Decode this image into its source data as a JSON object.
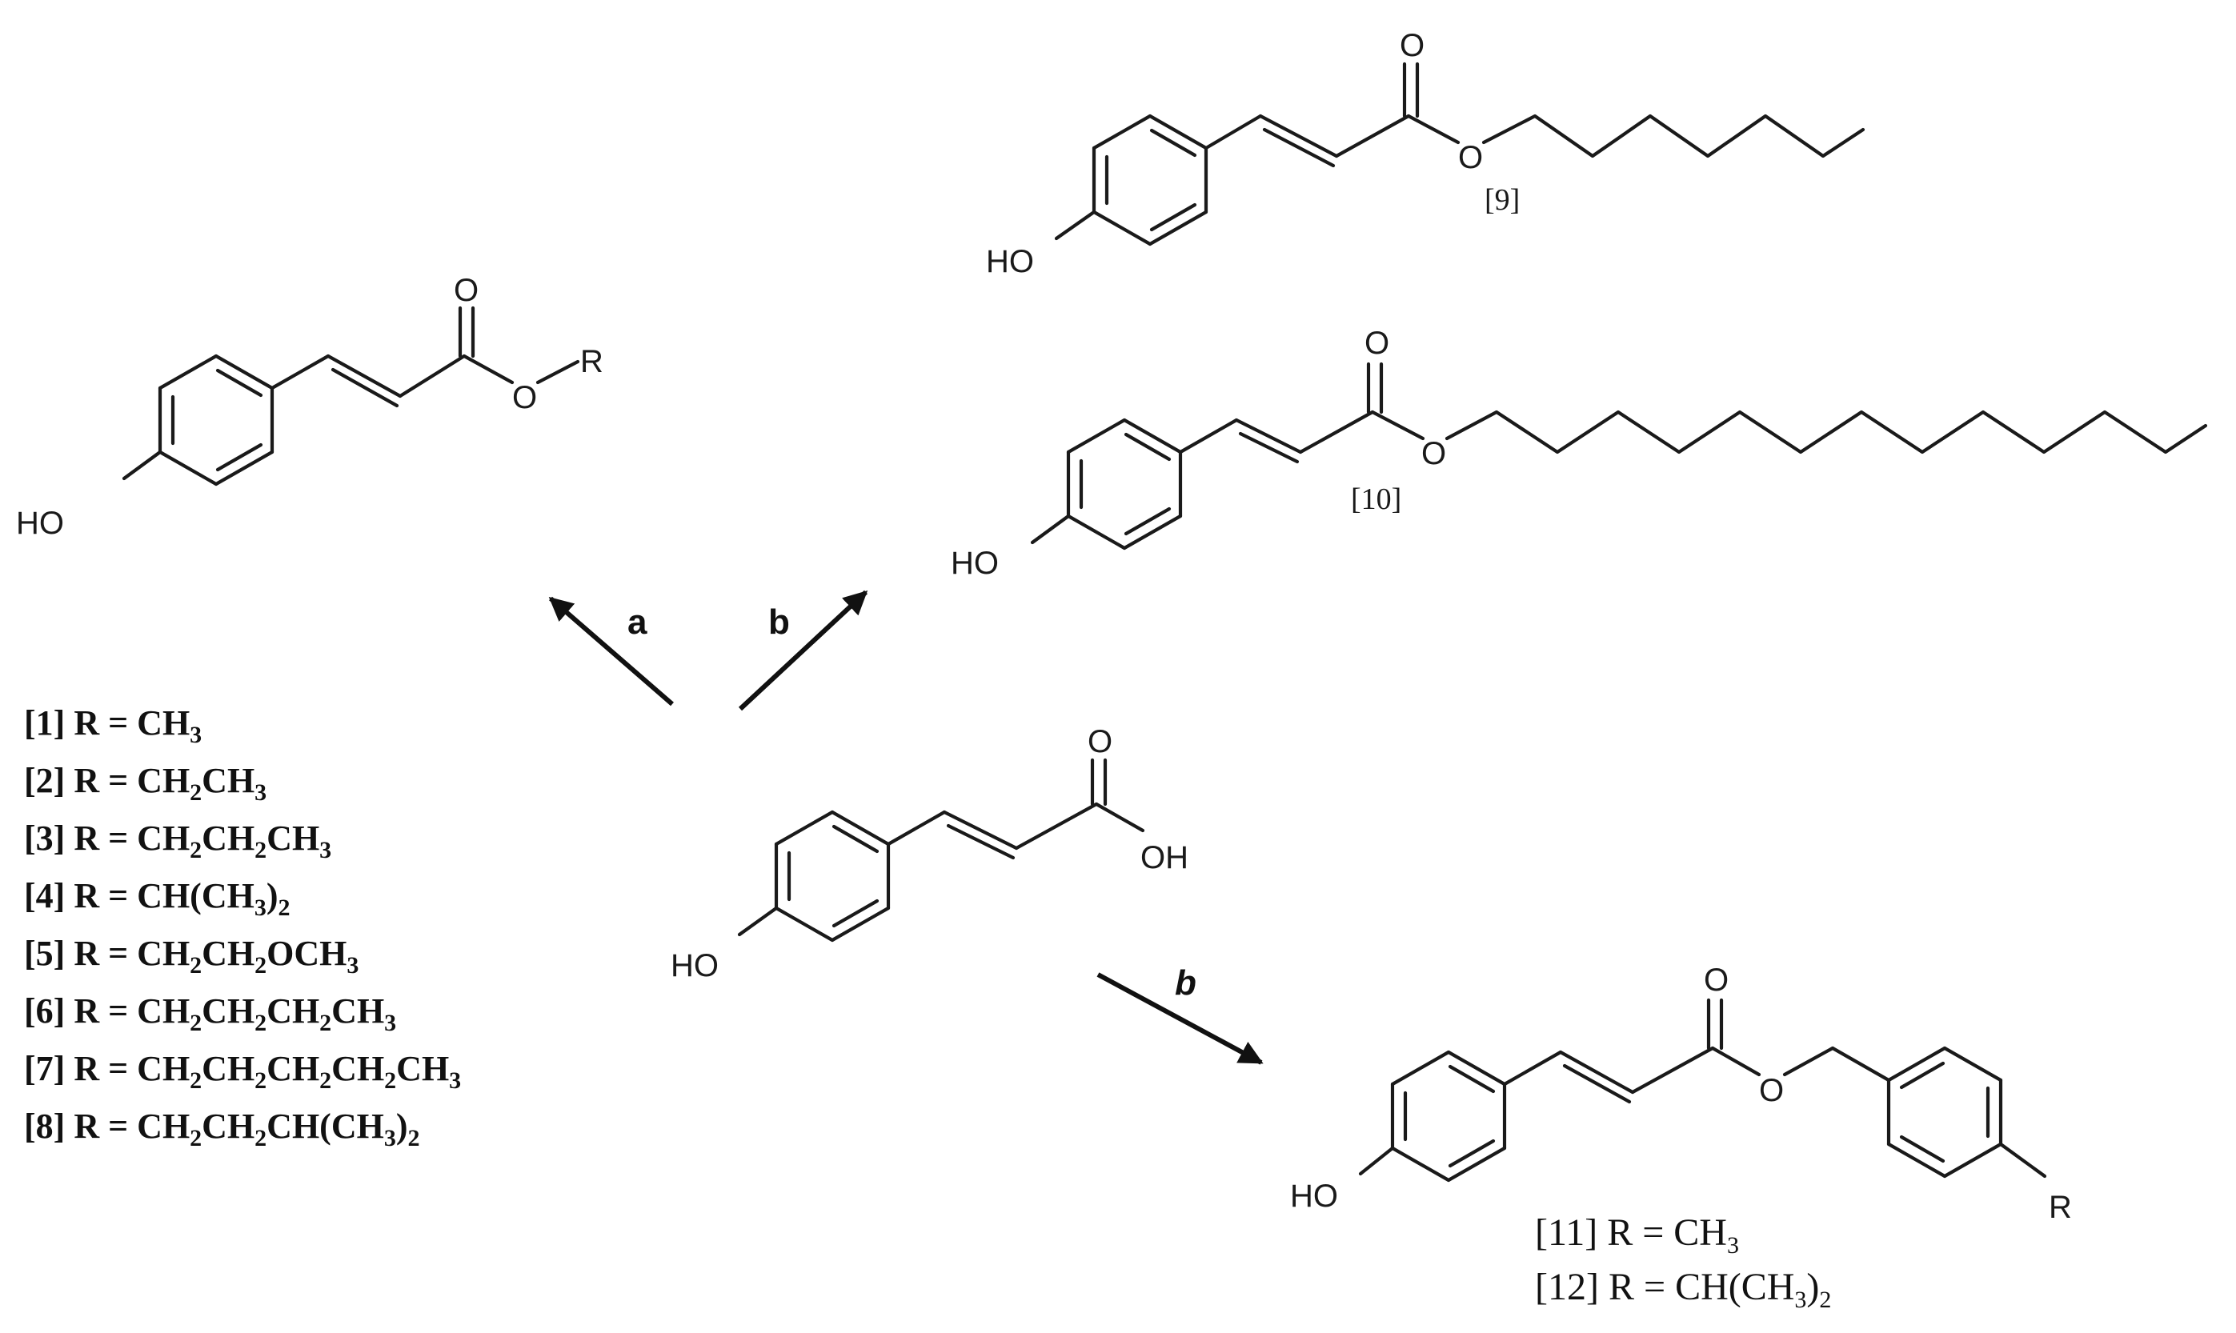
{
  "atoms": {
    "o": "O",
    "ho": "HO",
    "oh": "OH",
    "r": "R"
  },
  "steps": {
    "a": "a",
    "b": "b"
  },
  "compound_numbers": {
    "c9": "[9]",
    "c10": "[10]"
  },
  "substituent_list": [
    {
      "num": "[1]",
      "eq": "R = ",
      "parts": [
        [
          "CH",
          ""
        ],
        [
          "3",
          "sub"
        ]
      ]
    },
    {
      "num": "[2]",
      "eq": "R = ",
      "parts": [
        [
          "CH",
          ""
        ],
        [
          "2",
          "sub"
        ],
        [
          "CH",
          ""
        ],
        [
          "3",
          "sub"
        ]
      ]
    },
    {
      "num": "[3]",
      "eq": "R =  ",
      "parts": [
        [
          "CH",
          ""
        ],
        [
          "2",
          "sub"
        ],
        [
          "CH",
          ""
        ],
        [
          "2",
          "sub"
        ],
        [
          "CH",
          ""
        ],
        [
          "3",
          "sub"
        ]
      ]
    },
    {
      "num": "[4]",
      "eq": "R = ",
      "parts": [
        [
          "CH(CH",
          ""
        ],
        [
          "3",
          "sub"
        ],
        [
          ")",
          ""
        ],
        [
          "2",
          "sub"
        ]
      ]
    },
    {
      "num": "[5]",
      "eq": "R = ",
      "parts": [
        [
          "CH",
          ""
        ],
        [
          "2",
          "sub"
        ],
        [
          "CH",
          ""
        ],
        [
          "2",
          "sub"
        ],
        [
          "OCH",
          ""
        ],
        [
          "3",
          "sub"
        ]
      ]
    },
    {
      "num": "[6]",
      "eq": "R = ",
      "parts": [
        [
          "CH",
          ""
        ],
        [
          "2",
          "sub"
        ],
        [
          "CH",
          ""
        ],
        [
          "2",
          "sub"
        ],
        [
          "CH",
          ""
        ],
        [
          "2",
          "sub"
        ],
        [
          "CH",
          ""
        ],
        [
          "3",
          "sub"
        ]
      ]
    },
    {
      "num": "[7]",
      "eq": "R = ",
      "parts": [
        [
          "CH",
          ""
        ],
        [
          "2",
          "sub"
        ],
        [
          "CH",
          ""
        ],
        [
          "2",
          "sub"
        ],
        [
          "CH",
          ""
        ],
        [
          "2",
          "sub"
        ],
        [
          "CH",
          ""
        ],
        [
          "2",
          "sub"
        ],
        [
          "CH",
          ""
        ],
        [
          "3",
          "sub"
        ]
      ]
    },
    {
      "num": "[8]",
      "eq": "R = ",
      "parts": [
        [
          "CH",
          ""
        ],
        [
          "2",
          "sub"
        ],
        [
          "CH",
          ""
        ],
        [
          "2",
          "sub"
        ],
        [
          "CH(CH",
          ""
        ],
        [
          "3",
          "sub"
        ],
        [
          ")",
          ""
        ],
        [
          "2",
          "sub"
        ]
      ]
    }
  ],
  "benzyl_list": [
    {
      "num": "[11]",
      "eq": "R = ",
      "parts": [
        [
          "CH",
          ""
        ],
        [
          "3",
          "sub"
        ]
      ]
    },
    {
      "num": "[12]",
      "eq": "R = ",
      "parts": [
        [
          "CH(CH",
          ""
        ],
        [
          "3",
          "sub"
        ],
        [
          ")",
          ""
        ],
        [
          "2",
          "sub"
        ]
      ]
    }
  ]
}
